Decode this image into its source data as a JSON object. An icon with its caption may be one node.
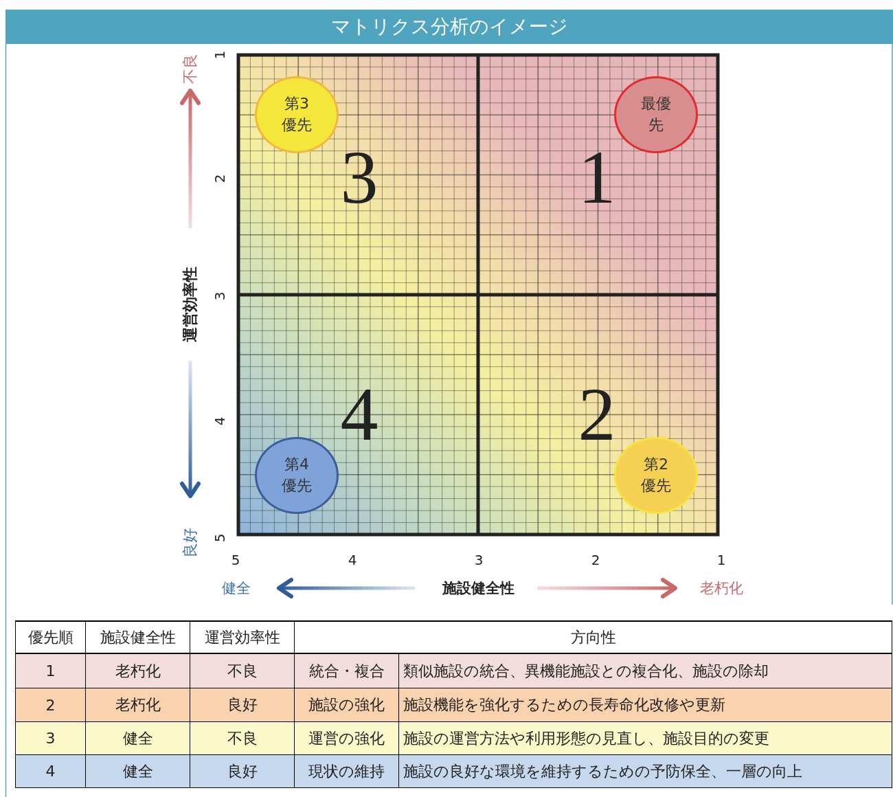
{
  "diagram": {
    "title": "マトリクス分析のイメージ",
    "nodes": [
      {
        "text": [
          "第3優先"
        ]
      },
      {
        "text": [
          "最優先"
        ]
      },
      {
        "text": [
          "第4優先"
        ]
      },
      {
        "text": [
          "第2優先"
        ]
      }
    ],
    "labels": [
      "不良",
      "1",
      "2",
      "運営効率性",
      "3",
      "4",
      "良好",
      "5",
      "3",
      "1",
      "4",
      "2",
      "5",
      "4",
      "3",
      "2",
      "1",
      "健全",
      "施設健全性",
      "老朽化",
      "優先順",
      "施設健全性",
      "運営効率性",
      "方向性",
      "1",
      "老朽化",
      "不良",
      "統合・複合",
      "類似施設の統合、異機能施設との複合化、施設の除却",
      "2",
      "老朽化",
      "良好",
      "施設の強化",
      "施設機能を強化するための長寿命化改修や更新",
      "3",
      "健全",
      "不良",
      "運営の強化",
      "施設の運営方法や利用形態の見直し、施設目的の変更",
      "4",
      "健全",
      "良好",
      "現状の維持",
      "施設の良好な環境を維持するための予防保全、一層の向上"
    ]
  }
}
